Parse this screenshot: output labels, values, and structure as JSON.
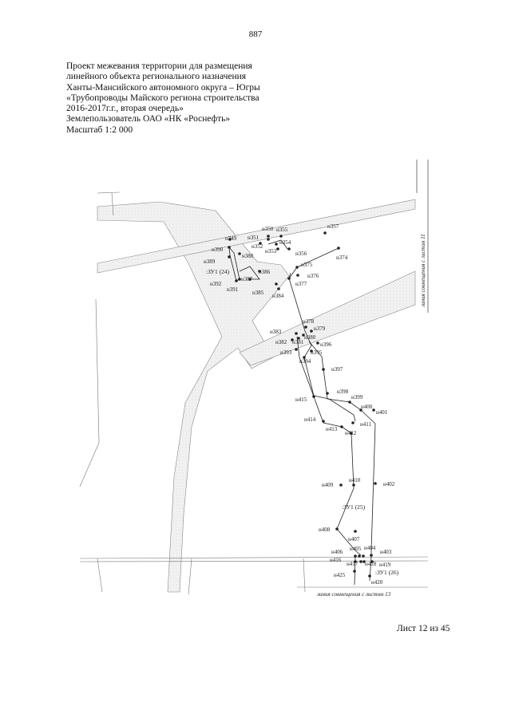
{
  "page_number": "887",
  "header": {
    "lines": [
      "Проект межевания территории для размещения",
      "линейного объекта регионального назначения",
      "Ханты-Мансийского автономного округа – Югры",
      "«Трубопроводы Майского региона строительства",
      "2016-2017г.г., вторая очередь»",
      "Землепользователь ОАО «НК «Роснефть»",
      "Масштаб 1:2 000"
    ]
  },
  "map": {
    "edge_label_right": "линия совмещения с листом 11",
    "edge_label_bottom": "линия совмещения с листом 13",
    "zones": [
      ":ЗУ1 (24)",
      ":ЗУ1 (25)",
      ":ЗУ1 (26)"
    ],
    "points": [
      "н350",
      "н355",
      "н349",
      "н351",
      "н352",
      "н354",
      "н357",
      "н390",
      "н353",
      "н356",
      "н374",
      "н388",
      "н389",
      "н375",
      "н386",
      "н376",
      "н387",
      "н392",
      "н377",
      "н391",
      "н385",
      "н384",
      "н378",
      "н379",
      "н383",
      "н380",
      "н381",
      "н382",
      "н396",
      "н393",
      "н395",
      "н394",
      "н397",
      "н398",
      "н399",
      "н415",
      "н400",
      "н401",
      "н414",
      "н411",
      "н413",
      "н412",
      "н410",
      "н409",
      "н402",
      "н408",
      "н407",
      "н406",
      "н405",
      "н404",
      "н403",
      "н416",
      "н417",
      "н418",
      "н419",
      "н425",
      "н420"
    ]
  },
  "footer": {
    "sheet_label": "Лист 12 из 45"
  }
}
